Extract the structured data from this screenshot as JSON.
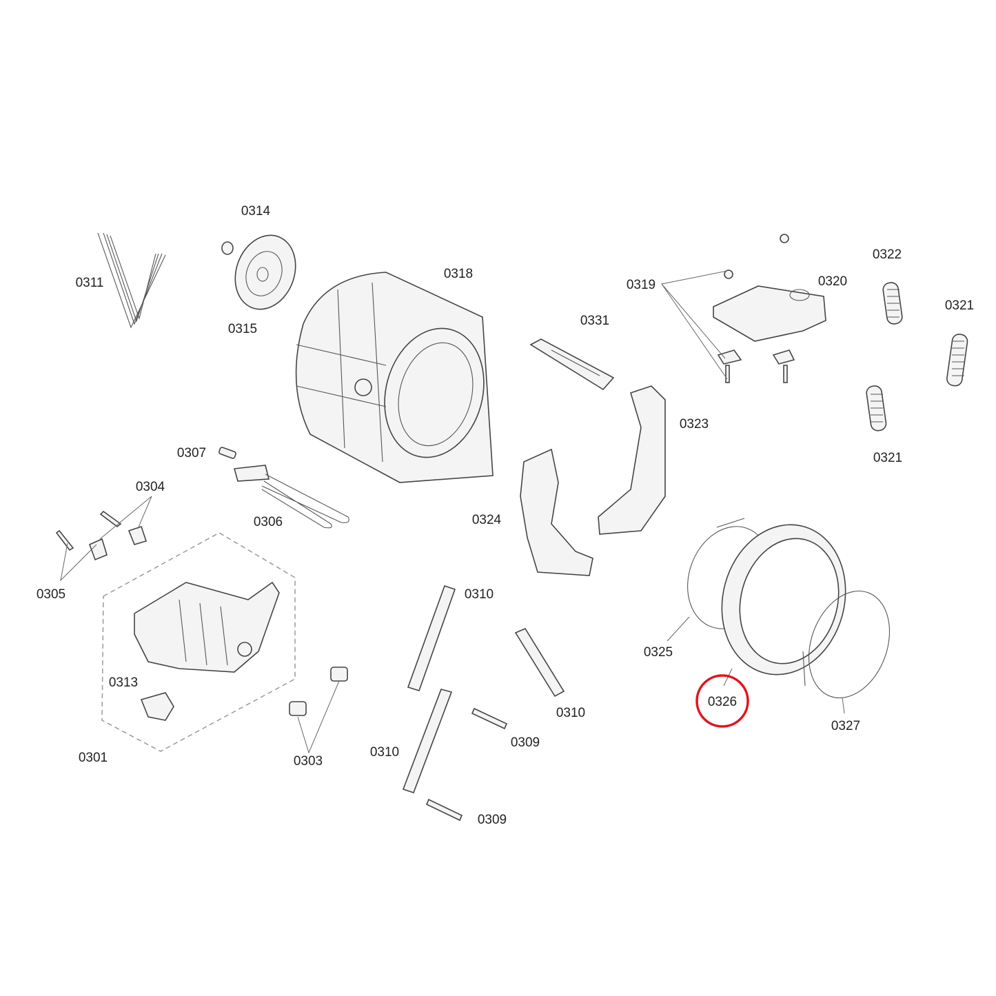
{
  "diagram": {
    "type": "exploded parts diagram",
    "highlight_color": "#e0141e",
    "highlighted_part": "0326",
    "labels": [
      "0311",
      "0314",
      "0315",
      "0318",
      "0331",
      "0319",
      "0320",
      "0322",
      "0321",
      "0321",
      "0323",
      "0307",
      "0304",
      "0306",
      "0324",
      "0305",
      "0310",
      "0325",
      "0313",
      "0326",
      "0310",
      "0327",
      "0309",
      "0301",
      "0303",
      "0310",
      "0309"
    ]
  }
}
